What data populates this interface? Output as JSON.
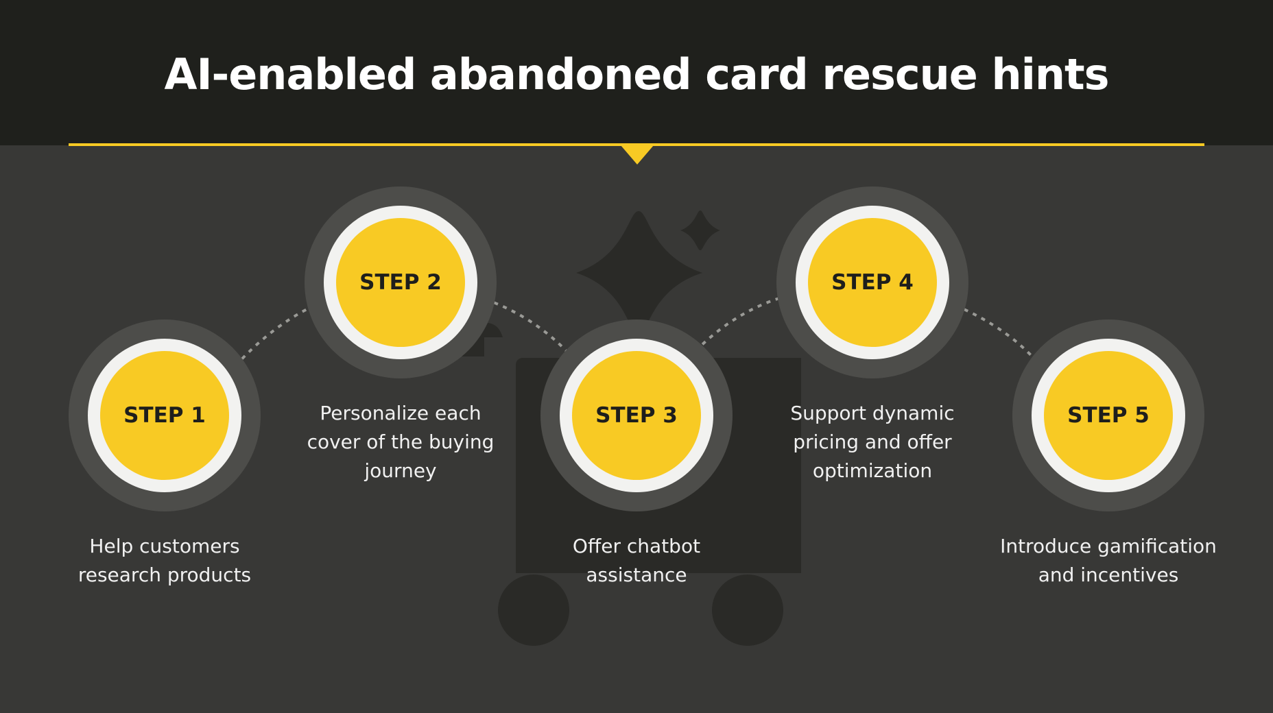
{
  "title": "AI-enabled abandoned card rescue hints",
  "colors": {
    "accent": "#f8ca24",
    "header_bg": "#1f201c",
    "body_bg": "#383836",
    "text": "#f1f1f1"
  },
  "background_icon": "shopping-cart-sparkle-icon",
  "steps": [
    {
      "label": "STEP 1",
      "description": "Help customers research products"
    },
    {
      "label": "STEP 2",
      "description": "Personalize each cover of the buying journey"
    },
    {
      "label": "STEP 3",
      "description": "Offer chatbot assistance"
    },
    {
      "label": "STEP 4",
      "description": "Support dynamic pricing and offer optimization"
    },
    {
      "label": "STEP 5",
      "description": "Introduce gamification and incentives"
    }
  ]
}
